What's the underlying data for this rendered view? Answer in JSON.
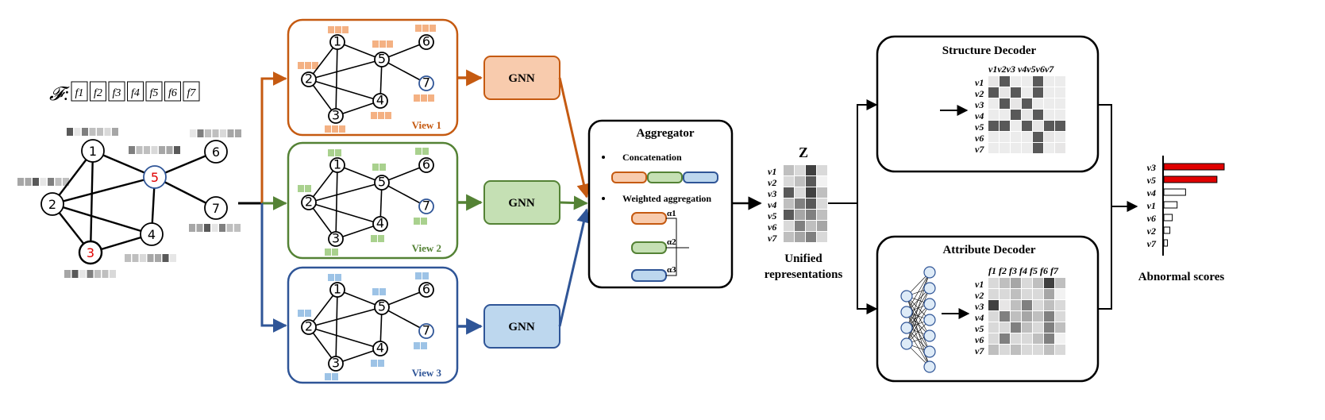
{
  "feature_set": {
    "symbol": "𝓕:",
    "features": [
      "f1",
      "f2",
      "f3",
      "f4",
      "f5",
      "f6",
      "f7"
    ]
  },
  "graph": {
    "nodes": [
      "1",
      "2",
      "3",
      "4",
      "5",
      "6",
      "7"
    ],
    "anomalous_nodes": [
      "3",
      "5"
    ]
  },
  "views": [
    {
      "label": "View 1",
      "color": "#c55a11",
      "fill": "#f4b183"
    },
    {
      "label": "View 2",
      "color": "#548235",
      "fill": "#a9d18e"
    },
    {
      "label": "View 3",
      "color": "#2f5597",
      "fill": "#9dc3e6"
    }
  ],
  "gnn_label": "GNN",
  "aggregator": {
    "title": "Aggregator",
    "bullet1": "Concatenation",
    "bullet2": "Weighted aggregation",
    "alphas": [
      "α1",
      "α2",
      "α3"
    ]
  },
  "embedding": {
    "title": "Z",
    "rows": [
      "v1",
      "v2",
      "v3",
      "v4",
      "v5",
      "v6",
      "v7"
    ],
    "caption_line1": "Unified",
    "caption_line2": "representations"
  },
  "structure_decoder": {
    "title": "Structure Decoder",
    "col_header": "v1v2v3 v4v5v6v7",
    "rows": [
      "v1",
      "v2",
      "v3",
      "v4",
      "v5",
      "v6",
      "v7"
    ]
  },
  "attribute_decoder": {
    "title": "Attribute Decoder",
    "col_header": "f1 f2 f3 f4 f5 f6 f7",
    "rows": [
      "v1",
      "v2",
      "v3",
      "v4",
      "v5",
      "v6",
      "v7"
    ]
  },
  "scores": {
    "title": "Abnormal scores",
    "labels": [
      "v3",
      "v5",
      "v4",
      "v1",
      "v6",
      "v2",
      "v7"
    ],
    "values": [
      1.0,
      0.88,
      0.36,
      0.22,
      0.14,
      0.1,
      0.06
    ],
    "highlight_color": "#e00000"
  }
}
